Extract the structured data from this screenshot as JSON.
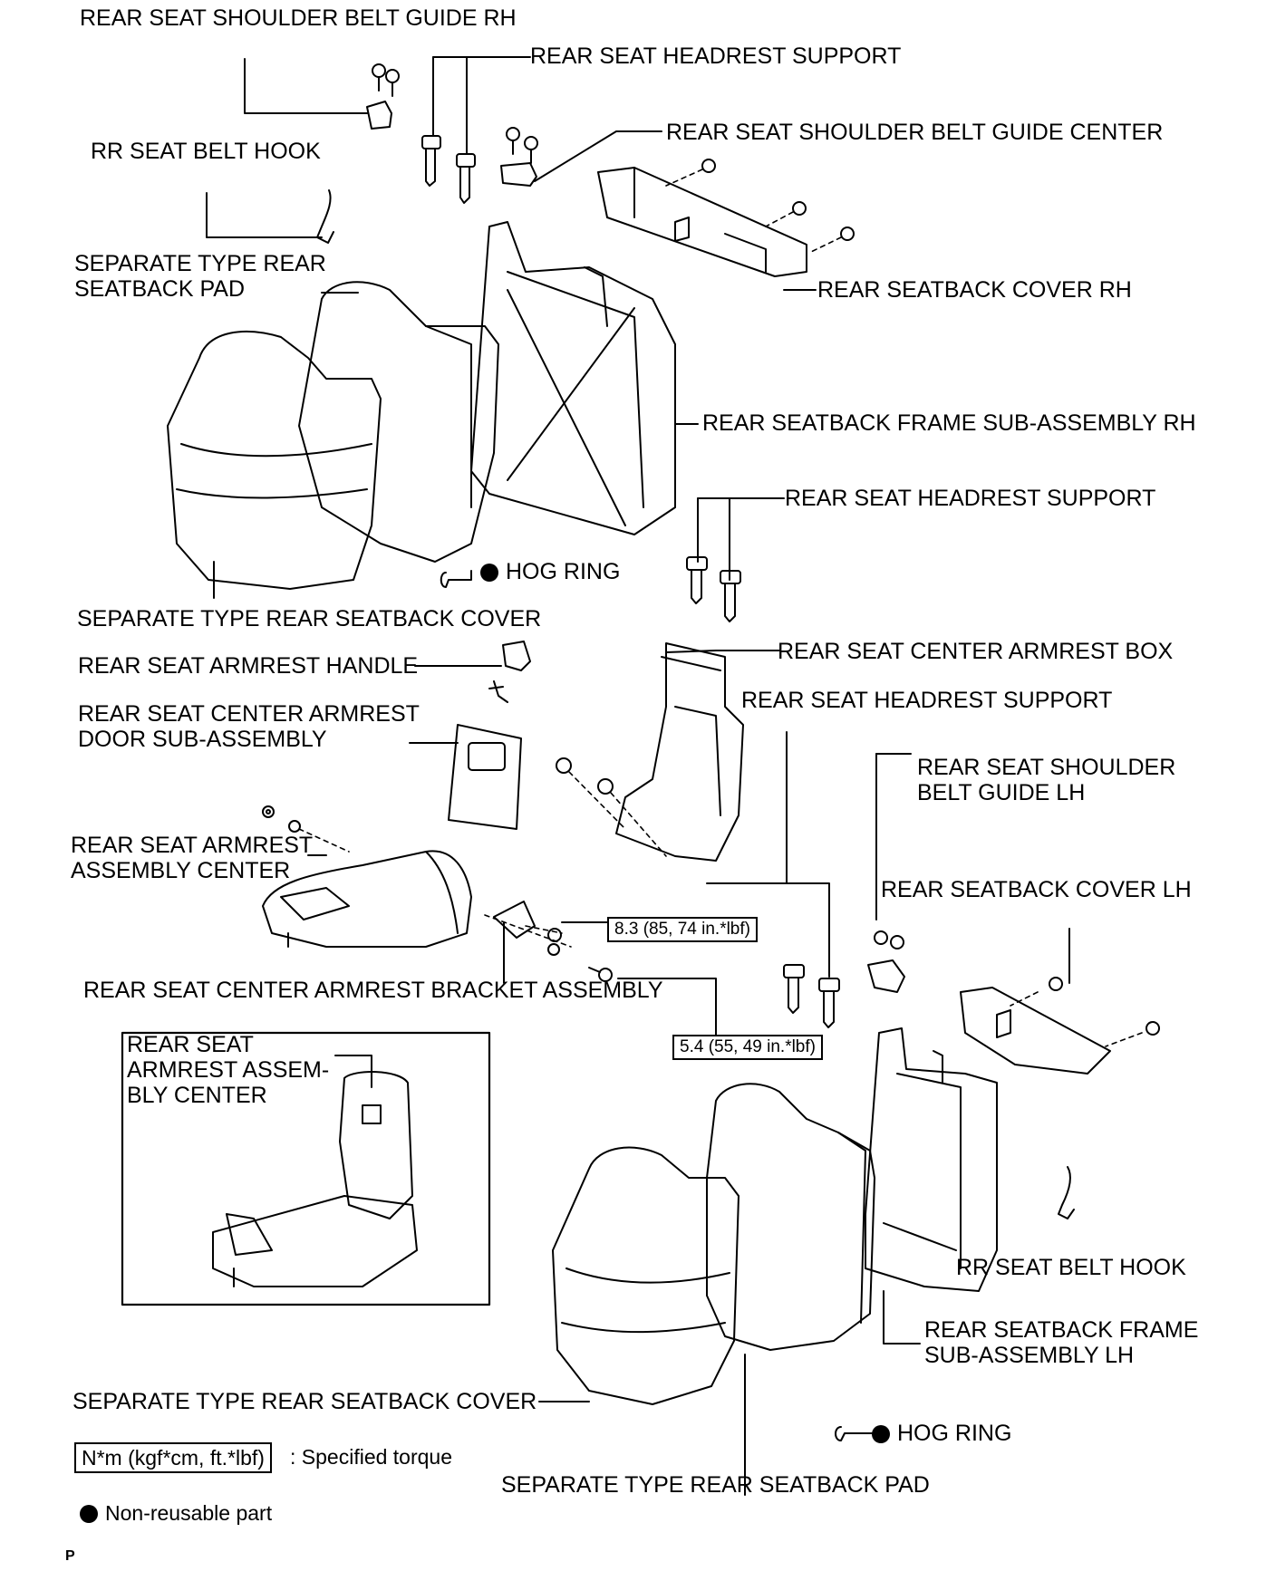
{
  "labels": {
    "shoulder_guide_rh": "REAR SEAT SHOULDER BELT GUIDE RH",
    "headrest_support_top": "REAR SEAT HEADREST SUPPORT",
    "rr_seat_belt_hook_top": "RR SEAT BELT HOOK",
    "shoulder_guide_center": "REAR SEAT SHOULDER BELT GUIDE CENTER",
    "seatback_pad_top_1": "SEPARATE TYPE REAR",
    "seatback_pad_top_2": "SEATBACK PAD",
    "seatback_cover_rh": "REAR SEATBACK COVER RH",
    "frame_rh": "REAR SEATBACK FRAME SUB-ASSEMBLY RH",
    "headrest_support_mid": "REAR SEAT HEADREST SUPPORT",
    "hog_ring_top": "HOG RING",
    "seatback_cover_top": "SEPARATE TYPE REAR SEATBACK COVER",
    "armrest_box": "REAR SEAT CENTER ARMREST BOX",
    "armrest_handle": "REAR SEAT ARMREST HANDLE",
    "headrest_support_low": "REAR SEAT HEADREST SUPPORT",
    "armrest_door_1": "REAR SEAT CENTER ARMREST",
    "armrest_door_2": "DOOR SUB-ASSEMBLY",
    "shoulder_guide_lh_1": "REAR SEAT SHOULDER",
    "shoulder_guide_lh_2": "BELT GUIDE LH",
    "armrest_center_1": "REAR SEAT ARMREST",
    "armrest_center_2": "ASSEMBLY CENTER",
    "seatback_cover_lh": "REAR SEATBACK COVER LH",
    "bracket_assembly": "REAR SEAT CENTER ARMREST BRACKET ASSEMBLY",
    "inset_1": "REAR SEAT",
    "inset_2": "ARMREST ASSEM-",
    "inset_3": "BLY CENTER",
    "rr_seat_belt_hook_low": "RR SEAT BELT HOOK",
    "frame_lh_1": "REAR SEATBACK FRAME",
    "frame_lh_2": "SUB-ASSEMBLY LH",
    "seatback_cover_low": "SEPARATE TYPE REAR SEATBACK COVER",
    "hog_ring_low": "HOG RING",
    "seatback_pad_low": "SEPARATE TYPE REAR SEATBACK PAD"
  },
  "torque": {
    "t1": "8.3 (85, 74 in.*lbf)",
    "t2": "5.4 (55, 49 in.*lbf)"
  },
  "legend": {
    "torque_box": "N*m (kgf*cm, ft.*lbf)",
    "torque_text": ": Specified torque",
    "nonreusable": "Non-reusable part",
    "corner_code": "P"
  }
}
